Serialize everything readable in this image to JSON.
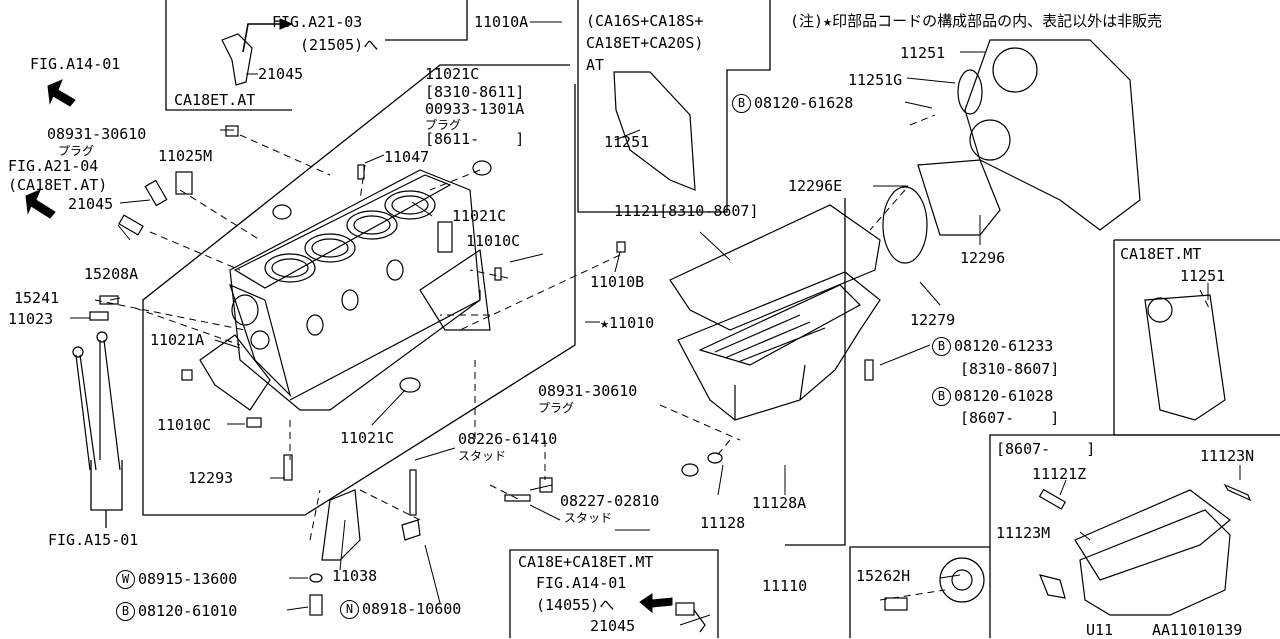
{
  "labels": {
    "fig_a21_03": "FIG.A21-03",
    "l21505": "(21505)へ",
    "l21045a": "21045",
    "ca18et_at": "CA18ET.AT",
    "l11010a": "11010A",
    "at_box_1": "(CA16S+CA18S+",
    "at_box_2": "CA18ET+CA20S)",
    "at_box_3": "AT",
    "l11251_at": "11251",
    "note": "(注)★印部品コードの構成部品の内、表記以外は非販売",
    "fig_a14_01": "FIG.A14-01",
    "l08931a": "08931-30610",
    "plug": "プラグ",
    "l11025m": "11025M",
    "fig_a21_04": "FIG.A21-04",
    "ca18et_at_paren": "(CA18ET.AT)",
    "l21045b": "21045",
    "l15208a": "15208A",
    "l15241": "15241",
    "l11023": "11023",
    "l11021a": "11021A",
    "l11010c_b": "11010C",
    "l12293": "12293",
    "fig_a15_01": "FIG.A15-01",
    "l11021c_a": "11021C",
    "r8310_8611": "[8310-8611]",
    "l00933": "00933-1301A",
    "r8611": "[8611-    ]",
    "l11047": "11047",
    "l11021c_b": "11021C",
    "l11010c_a": "11010C",
    "l11010b": "11010B",
    "l11010": "★11010",
    "l11021c_c": "11021C",
    "l08931b": "08931-30610",
    "l08226": "08226-61410",
    "stud": "スタッド",
    "l08227": "08227-02810",
    "l11038": "11038",
    "w": "W",
    "b": "B",
    "n": "N",
    "l08915": "08915-13600",
    "l08120_61010": "08120-61010",
    "l08918": "08918-10600",
    "ca18e_box": "CA18E+CA18ET.MT",
    "l14055": "(14055)へ",
    "l21045c": "21045",
    "l11121": "11121[8310-8607]",
    "empty": "",
    "l11128": "11128",
    "l11128a": "11128A",
    "l11110": "11110",
    "l11251a": "11251",
    "l11251g": "11251G",
    "l08120_61628": "08120-61628",
    "l12296e": "12296E",
    "l12296": "12296",
    "l12279": "12279",
    "l08120_61233": "08120-61233",
    "r8310_8607": "[8310-8607]",
    "l08120_61028": "08120-61028",
    "r8607": "[8607-    ]",
    "ca18et_mt": "CA18ET.MT",
    "l11251_mt": "11251",
    "r8607b": "[8607-    ]",
    "l11121z": "11121Z",
    "l11123n": "11123N",
    "l11123m": "11123M",
    "l15262h": "15262H",
    "u11": "U11",
    "diagram_id": "AA11010139"
  }
}
